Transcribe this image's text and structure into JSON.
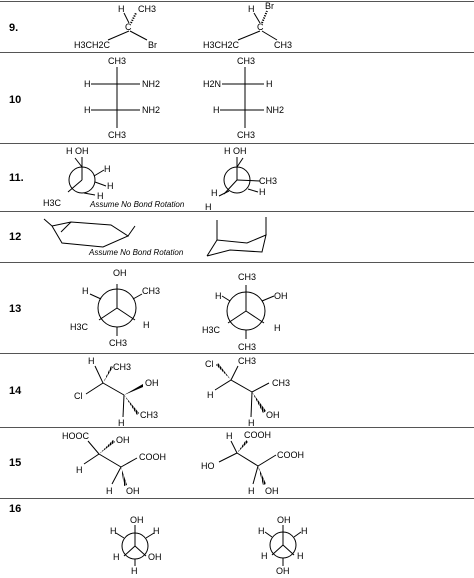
{
  "problems": [
    {
      "number": "9."
    },
    {
      "number": "10"
    },
    {
      "number": "11."
    },
    {
      "number": "12"
    },
    {
      "number": "13"
    },
    {
      "number": "14"
    },
    {
      "number": "15"
    },
    {
      "number": "16"
    }
  ],
  "notes": {
    "row11": "Assume No Bond Rotation",
    "row12": "Assume No Bond Rotation"
  },
  "labels": {
    "H": "H",
    "CH3": "CH3",
    "Br": "Br",
    "C": "C",
    "Cl": "Cl",
    "OH": "OH",
    "HO": "HO",
    "NH2": "NH2",
    "H2N": "H2N",
    "H3CH2C": "H3CH2C",
    "H3C": "H3C",
    "HOOC": "HOOC",
    "COOH": "COOH",
    "HOH": "H OH"
  }
}
